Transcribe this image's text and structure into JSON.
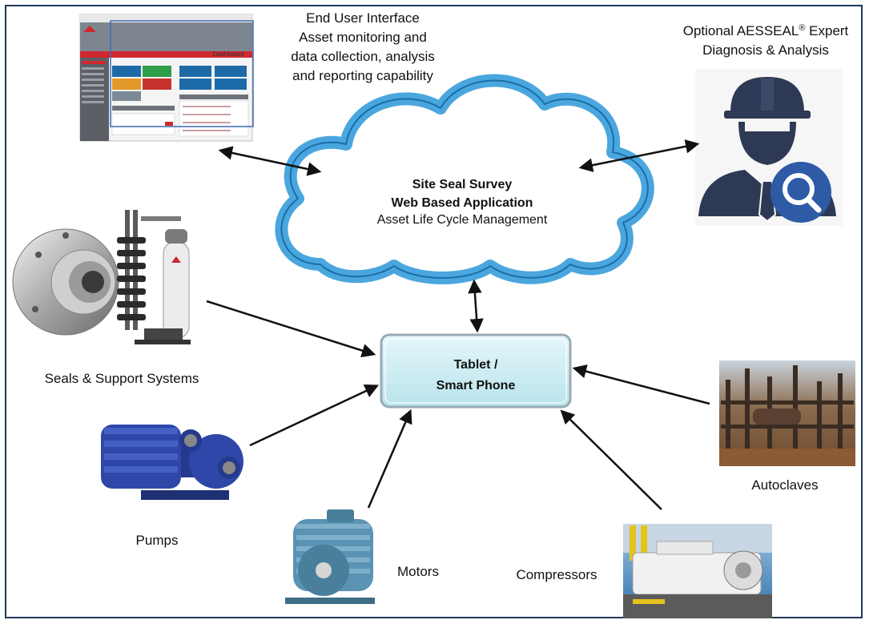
{
  "cloud": {
    "line1": "Site Seal Survey",
    "line2": "Web Based Application",
    "line3": "Asset Life Cycle Management"
  },
  "device": {
    "line1": "Tablet /",
    "line2": "Smart Phone"
  },
  "interface_caption": {
    "line1": "End User Interface",
    "line2": "Asset monitoring and",
    "line3": "data collection, analysis",
    "line4": "and reporting capability"
  },
  "expert_caption": {
    "line1_prefix": "Optional AESSEAL",
    "registered_mark": "®",
    "line1_suffix": " Expert",
    "line2": "Diagnosis & Analysis"
  },
  "dashboard_screenshot": {
    "title": "Dashboard"
  },
  "assets": {
    "seals": "Seals & Support Systems",
    "pumps": "Pumps",
    "motors": "Motors",
    "compressors": "Compressors",
    "autoclaves": "Autoclaves"
  },
  "colors": {
    "frame": "#1f3a5a",
    "cloud_stroke": "#4aa6de",
    "device_fill": "#cdeef4",
    "device_stroke": "#9aa9b4",
    "arrow": "#111111",
    "expert_icon": "#2e3a55",
    "dashboard_accent": "#d0282e",
    "pump_blue": "#2f47a8",
    "motor_blue": "#5a93b3"
  }
}
